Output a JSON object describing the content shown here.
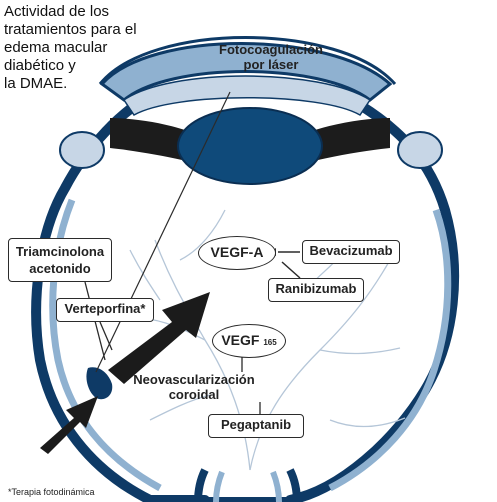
{
  "title": {
    "lines": [
      "Actividad de los",
      "tratamientos para el",
      "edema macular",
      "diabético y",
      "la DMAE."
    ]
  },
  "labels": {
    "laser_line1": "Fotocoagulación",
    "laser_line2": "por láser",
    "triamcinolona_line1": "Triamcinolona",
    "triamcinolona_line2": "acetonido",
    "verteporfina": "Verteporfina*",
    "vegf_a": "VEGF-A",
    "bevacizumab": "Bevacizumab",
    "ranibizumab": "Ranibizumab",
    "vegf165_main": "VEGF",
    "vegf165_sub": "165",
    "neo_line1": "Neovascularización",
    "neo_line2": "coroidal",
    "pegaptanib": "Pegaptanib"
  },
  "footnote": "*Terapia fotodinámica",
  "colors": {
    "sclera": "#0e3a66",
    "lens": "#0f4a7a",
    "light_blue": "#c7d6e6",
    "mid_blue": "#8fb1d0",
    "ciliary": "#1c1c1c",
    "vessels": "#b5c6d8",
    "lines": "#2b2b2b",
    "arrows": "#1b1b1b"
  }
}
